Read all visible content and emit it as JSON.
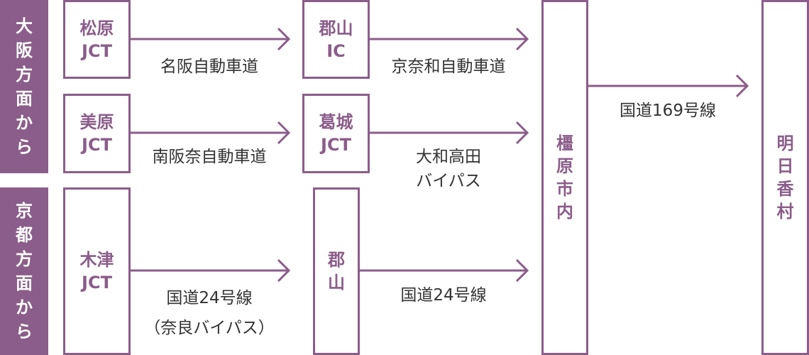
{
  "colors": {
    "accent": "#8b5d8a",
    "text": "#333333"
  },
  "side_labels": {
    "osaka": "大阪方面から",
    "kyoto": "京都方面から"
  },
  "nodes": {
    "matsubara": {
      "line1": "松原",
      "line2": "JCT"
    },
    "mihara": {
      "line1": "美原",
      "line2": "JCT"
    },
    "kizu": {
      "line1": "木津",
      "line2": "JCT"
    },
    "koriyama_ic": {
      "line1": "郡山",
      "line2": "IC"
    },
    "katsuragi": {
      "line1": "葛城",
      "line2": "JCT"
    },
    "koriyama": "郡山",
    "kashihara": "橿原市内",
    "asuka": "明日香村"
  },
  "routes": {
    "matsubara_to_koriyama_ic": "名阪自動車道",
    "koriyama_ic_to_kashihara": "京奈和自動車道",
    "mihara_to_katsuragi": "南阪奈自動車道",
    "katsuragi_to_kashihara": {
      "line1": "大和高田",
      "line2": "バイパス"
    },
    "kizu_to_koriyama": {
      "line1": "国道24号線",
      "line2": "（奈良バイパス）"
    },
    "koriyama_to_kashihara": "国道24号線",
    "kashihara_to_asuka": "国道169号線"
  }
}
